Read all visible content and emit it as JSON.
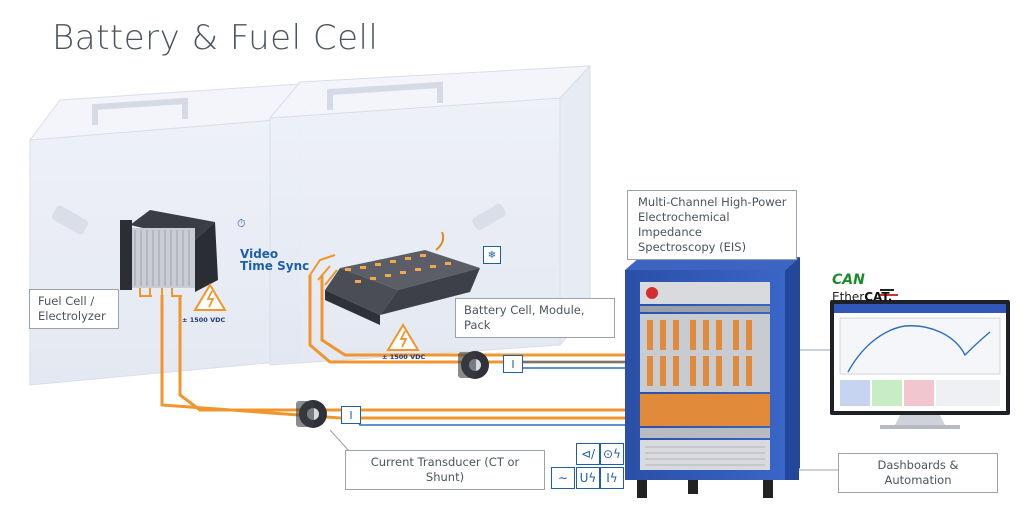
{
  "title": "Battery & Fuel Cell",
  "callouts": {
    "fuel_cell": "Fuel Cell /\nElectrolyzer",
    "battery": "Battery Cell, Module, Pack",
    "eis": "Multi-Channel High-Power\nElectrochemical Impedance\nSpectroscopy (EIS)",
    "transducer": "Current Transducer (CT or Shunt)",
    "dashboards": "Dashboards & Automation"
  },
  "voltage_badges": [
    "± 1500 VDC",
    "± 1500 VDC"
  ],
  "video_time_sync": [
    "Video",
    "Time Sync"
  ],
  "current_label": "I",
  "protocols": {
    "can": "CAN",
    "ethercat_prefix": "Ether",
    "ethercat_suffix": "CAT."
  },
  "symbols": [
    "⊲/",
    "⊙ϟ",
    "∼",
    "Uϟ",
    "Iϟ"
  ],
  "colors": {
    "power_line": "#f0962d",
    "signal_line": "#2a6fc0",
    "rack_blue": "#2f58b8",
    "label_blue": "#1f5fa8"
  }
}
